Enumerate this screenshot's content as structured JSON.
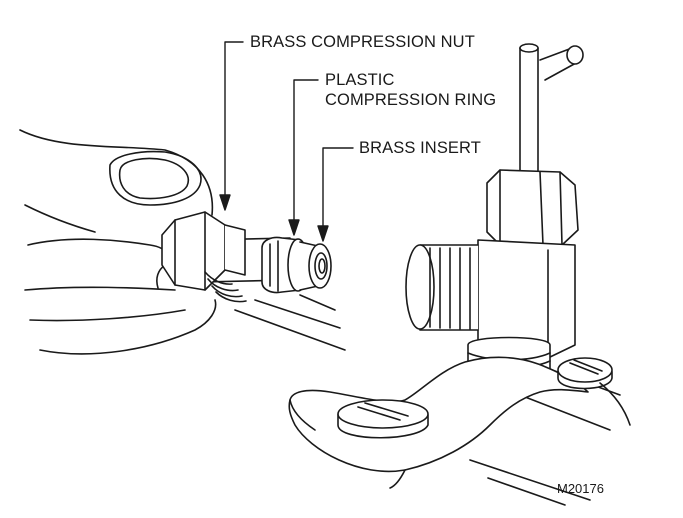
{
  "labels": {
    "nut": "BRASS COMPRESSION NUT",
    "ring_line1": "PLASTIC",
    "ring_line2": "COMPRESSION RING",
    "insert": "BRASS INSERT"
  },
  "figure_id": "M20176"
}
